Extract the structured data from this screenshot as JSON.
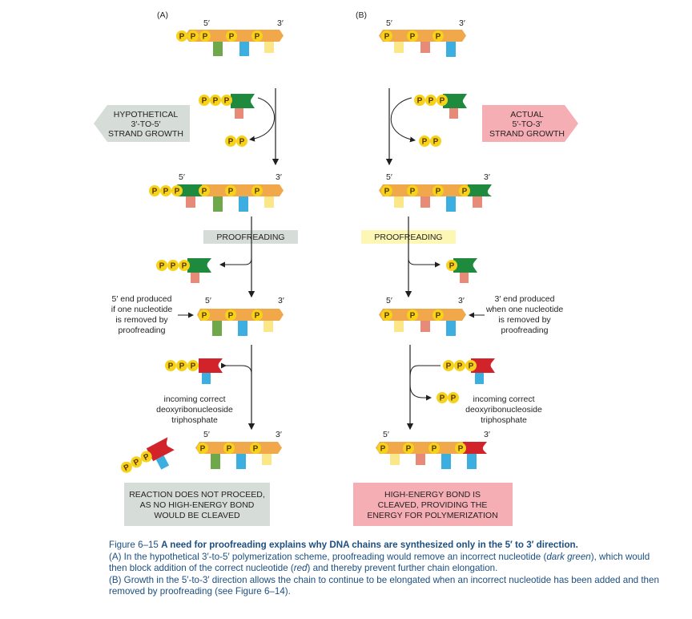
{
  "panels": {
    "a": {
      "label": "(A)",
      "arrow_text": [
        "HYPOTHETICAL",
        "3′-TO-5′",
        "STRAND GROWTH"
      ],
      "proofreading": "PROOFREADING",
      "end_note": [
        "5′ end produced",
        "if one nucleotide",
        "is removed by",
        "proofreading"
      ],
      "incoming": [
        "incoming correct",
        "deoxyribonucleoside",
        "triphosphate"
      ],
      "result": [
        "REACTION DOES NOT PROCEED,",
        "AS NO HIGH-ENERGY BOND",
        "WOULD BE CLEAVED"
      ]
    },
    "b": {
      "label": "(B)",
      "arrow_text": [
        "ACTUAL",
        "5′-TO-3′",
        "STRAND GROWTH"
      ],
      "proofreading": "PROOFREADING",
      "end_note": [
        "3′ end produced",
        "when one nucleotide",
        "is removed by",
        "proofreading"
      ],
      "incoming": [
        "incoming correct",
        "deoxyribonucleoside",
        "triphosphate"
      ],
      "result": [
        "HIGH-ENERGY BOND IS",
        "CLEAVED, PROVIDING THE",
        "ENERGY FOR POLYMERIZATION"
      ]
    }
  },
  "ends": {
    "five": "5′",
    "three": "3′"
  },
  "phosphate": "P",
  "colors": {
    "backbone": "#f0a84a",
    "phosphate": "#f7d21a",
    "dark_green": "#1e8a3e",
    "red": "#d2232a",
    "base_green": "#6fa84a",
    "base_blue": "#3daee0",
    "base_yellow": "#fbe787",
    "base_salmon": "#e88a78",
    "gray_box": "#d6dcd7",
    "yellow_box": "#fdf7b6",
    "pink_box": "#f5aeb4",
    "caption": "#1c4f82"
  },
  "caption": {
    "figure_number": "Figure 6–15",
    "title": "A need for proofreading explains why DNA chains are synthesized only in the 5′ to 3′ direction.",
    "text_a1": "(A) In the hypothetical 3′-to-5′ polymerization scheme, proofreading would remove an incorrect nucleotide (",
    "text_a_em1": "dark green",
    "text_a2": "), which would then block addition of the correct nucleotide (",
    "text_a_em2": "red",
    "text_a3": ") and thereby prevent further chain elongation.",
    "text_b": "(B) Growth in the 5′-to-3′ direction allows the chain to continue to be elongated when an incorrect nucleotide has been added and then removed by proofreading (see Figure 6–14)."
  }
}
